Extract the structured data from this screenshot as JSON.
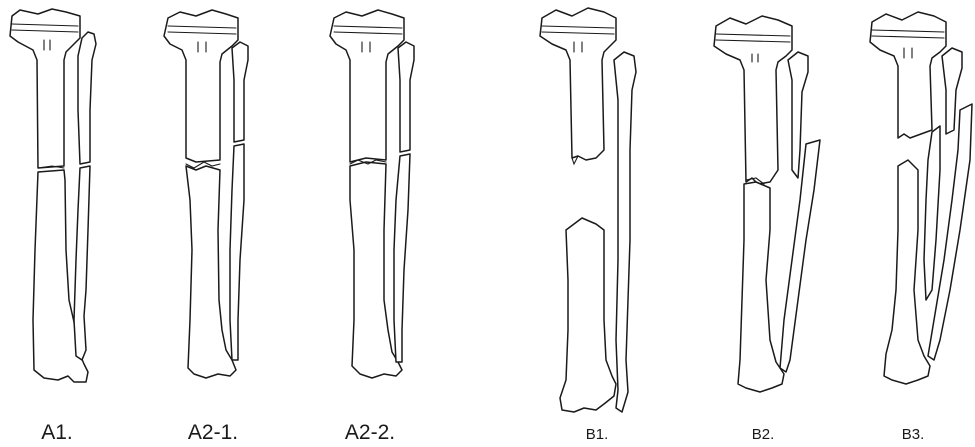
{
  "figure": {
    "panels": [
      {
        "id": "A1",
        "label": "A1."
      },
      {
        "id": "A2-1",
        "label": "A2-1."
      },
      {
        "id": "A2-2",
        "label": "A2-2."
      },
      {
        "id": "B1",
        "label": "B1."
      },
      {
        "id": "B2",
        "label": "B2."
      },
      {
        "id": "B3",
        "label": "B3."
      }
    ],
    "colors": {
      "line": "#1a1a1a",
      "background": "#ffffff"
    }
  }
}
